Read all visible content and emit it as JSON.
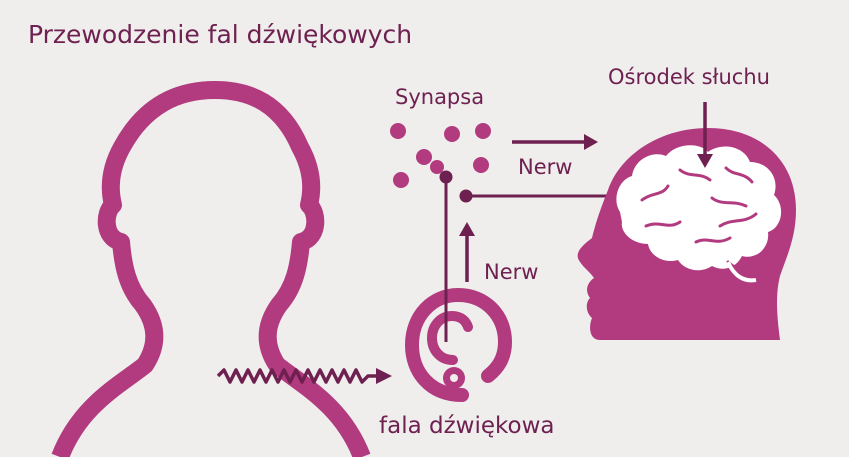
{
  "colors": {
    "accent": "#b23a7f",
    "dark_accent": "#6e2150",
    "text": "#6e2150",
    "background": "#efeeed",
    "white": "#ffffff"
  },
  "title": "Przewodzenie fal dźwiękowych",
  "labels": {
    "synapse": "Synapsa",
    "auditory_center": "Ośrodek słuchu",
    "nerve_horizontal": "Nerw",
    "nerve_vertical": "Nerw",
    "sound_wave": "fala dźwiękowa"
  },
  "icons": {
    "head_outline": "head-outline-icon",
    "brain_head": "head-brain-icon",
    "ear": "ear-icon",
    "synapse_dots": "synapse-dots-icon",
    "sound_wave": "sound-wave-icon"
  }
}
